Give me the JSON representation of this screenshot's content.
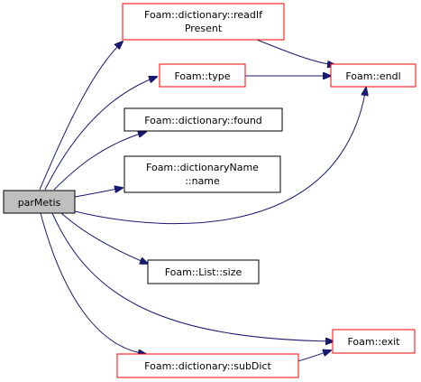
{
  "colors": {
    "edge": "#191970",
    "border_red": "#ff0000",
    "border_black": "#000000",
    "root_fill": "#bfbfbf",
    "node_fill": "#ffffff"
  },
  "nodes": {
    "root": {
      "lines": [
        "parMetis"
      ]
    },
    "readIfPresent": {
      "lines": [
        "Foam::dictionary::readIf",
        "Present"
      ]
    },
    "type": {
      "lines": [
        "Foam::type"
      ]
    },
    "endl": {
      "lines": [
        "Foam::endl"
      ]
    },
    "found": {
      "lines": [
        "Foam::dictionary::found"
      ]
    },
    "dictionaryName": {
      "lines": [
        "Foam::dictionaryName",
        "::name"
      ]
    },
    "size": {
      "lines": [
        "Foam::List::size"
      ]
    },
    "exit": {
      "lines": [
        "Foam::exit"
      ]
    },
    "subDict": {
      "lines": [
        "Foam::dictionary::subDict"
      ]
    }
  }
}
